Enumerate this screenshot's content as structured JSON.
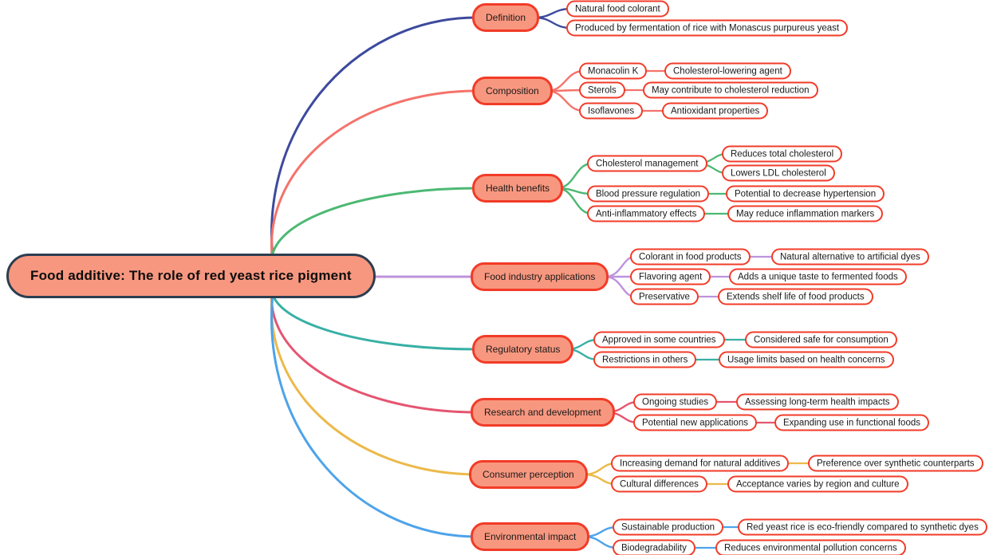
{
  "root": {
    "label": "Food additive: The role of red yeast rice pigment"
  },
  "colors": {
    "root_fill": "#F8977F",
    "root_border": "#2D3E50",
    "node_border": "#F23B28",
    "branch_fill": "#F8977F",
    "leaf_fill": "#FFFFFF",
    "text": "#111111"
  },
  "branches": [
    {
      "label": "Definition",
      "color": "#3D4A9E",
      "children": [
        {
          "text": "Natural food colorant"
        },
        {
          "text": "Produced by fermentation of rice with Monascus purpureus yeast"
        }
      ]
    },
    {
      "label": "Composition",
      "color": "#F4736B",
      "children": [
        {
          "text": "Monacolin K",
          "children": [
            {
              "text": "Cholesterol-lowering agent"
            }
          ]
        },
        {
          "text": "Sterols",
          "children": [
            {
              "text": "May contribute to cholesterol reduction"
            }
          ]
        },
        {
          "text": "Isoflavones",
          "children": [
            {
              "text": "Antioxidant properties"
            }
          ]
        }
      ]
    },
    {
      "label": "Health benefits",
      "color": "#4DB873",
      "children": [
        {
          "text": "Cholesterol management",
          "children": [
            {
              "text": "Reduces total cholesterol"
            },
            {
              "text": "Lowers LDL cholesterol"
            }
          ]
        },
        {
          "text": "Blood pressure regulation",
          "children": [
            {
              "text": "Potential to decrease hypertension"
            }
          ]
        },
        {
          "text": "Anti-inflammatory effects",
          "children": [
            {
              "text": "May reduce inflammation markers"
            }
          ]
        }
      ]
    },
    {
      "label": "Food industry applications",
      "color": "#BD93DD",
      "children": [
        {
          "text": "Colorant in food products",
          "children": [
            {
              "text": "Natural alternative to artificial dyes"
            }
          ]
        },
        {
          "text": "Flavoring agent",
          "children": [
            {
              "text": "Adds a unique taste to fermented foods"
            }
          ]
        },
        {
          "text": "Preservative",
          "children": [
            {
              "text": "Extends shelf life of food products"
            }
          ]
        }
      ]
    },
    {
      "label": "Regulatory status",
      "color": "#38B0A5",
      "children": [
        {
          "text": "Approved in some countries",
          "children": [
            {
              "text": "Considered safe for consumption"
            }
          ]
        },
        {
          "text": "Restrictions in others",
          "children": [
            {
              "text": "Usage limits based on health concerns"
            }
          ]
        }
      ]
    },
    {
      "label": "Research and development",
      "color": "#E55570",
      "children": [
        {
          "text": "Ongoing studies",
          "children": [
            {
              "text": "Assessing long-term health impacts"
            }
          ]
        },
        {
          "text": "Potential new applications",
          "children": [
            {
              "text": "Expanding use in functional foods"
            }
          ]
        }
      ]
    },
    {
      "label": "Consumer perception",
      "color": "#ECB94A",
      "children": [
        {
          "text": "Increasing demand for natural additives",
          "children": [
            {
              "text": "Preference over synthetic counterparts"
            }
          ]
        },
        {
          "text": "Cultural differences",
          "children": [
            {
              "text": "Acceptance varies by region and culture"
            }
          ]
        }
      ]
    },
    {
      "label": "Environmental impact",
      "color": "#4DA3EA",
      "children": [
        {
          "text": "Sustainable production",
          "children": [
            {
              "text": "Red yeast rice is eco-friendly compared to synthetic dyes"
            }
          ]
        },
        {
          "text": "Biodegradability",
          "children": [
            {
              "text": "Reduces environmental pollution concerns"
            }
          ]
        }
      ]
    }
  ]
}
